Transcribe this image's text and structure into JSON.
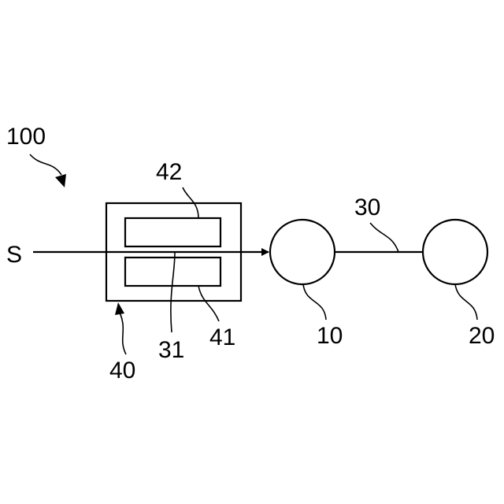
{
  "diagram": {
    "labels": {
      "system": "100",
      "signal": "S",
      "unit": "40",
      "element_upper": "42",
      "element_lower": "41",
      "path": "31",
      "node_a": "10",
      "node_b": "20",
      "link": "30"
    },
    "colors": {
      "stroke": "#000000",
      "background": "#ffffff"
    }
  }
}
